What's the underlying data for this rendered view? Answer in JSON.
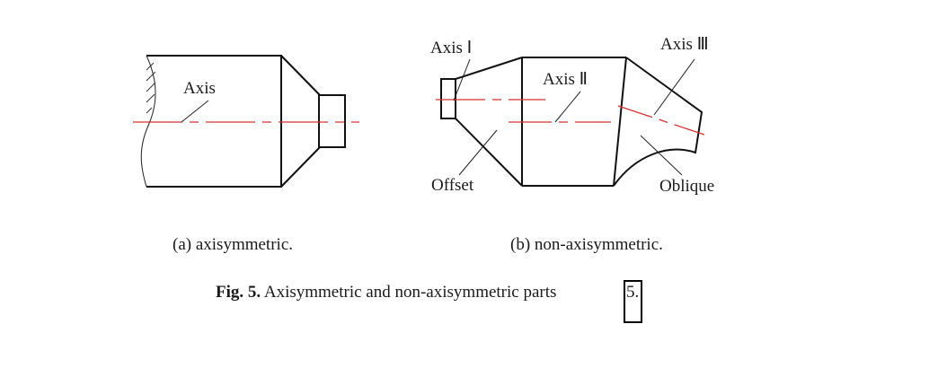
{
  "figure": {
    "part_a": {
      "axis_label": "Axis",
      "subcaption": "(a) axisymmetric."
    },
    "part_b": {
      "axis1_label": "Axis Ⅰ",
      "axis2_label": "Axis Ⅱ",
      "axis3_label": "Axis Ⅲ",
      "offset_label": "Offset",
      "oblique_label": "Oblique",
      "subcaption": "(b) non-axisymmetric."
    },
    "caption": {
      "prefix": "Fig. 5.",
      "text": " Axisymmetric and non-axisymmetric parts ",
      "ref": "5",
      "end": "."
    },
    "colors": {
      "axis_line": "#d83030",
      "outline": "#111111"
    }
  }
}
